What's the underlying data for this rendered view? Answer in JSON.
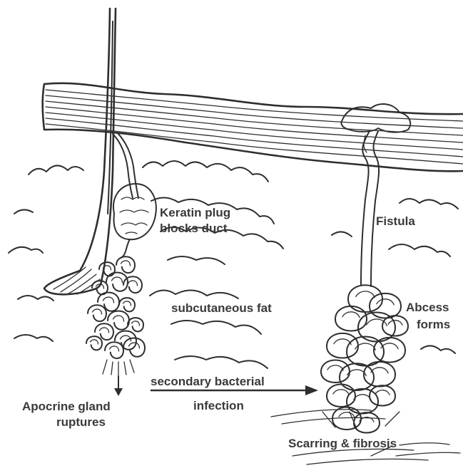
{
  "labels": {
    "keratin_line1": "Keratin plug",
    "keratin_line2": "blocks duct",
    "fistula": "Fistula",
    "subcutaneous_fat": "subcutaneous fat",
    "abscess_line1": "Abcess",
    "abscess_line2": "forms",
    "bacterial_line1": "secondary bacterial",
    "bacterial_line2": "infection",
    "apocrine_line1": "Apocrine gland",
    "apocrine_line2": "ruptures",
    "scarring": "Scarring & fibrosis"
  },
  "colors": {
    "ink": "#2e2e2e",
    "text": "#3a3a3a",
    "paper": "#ffffff"
  }
}
